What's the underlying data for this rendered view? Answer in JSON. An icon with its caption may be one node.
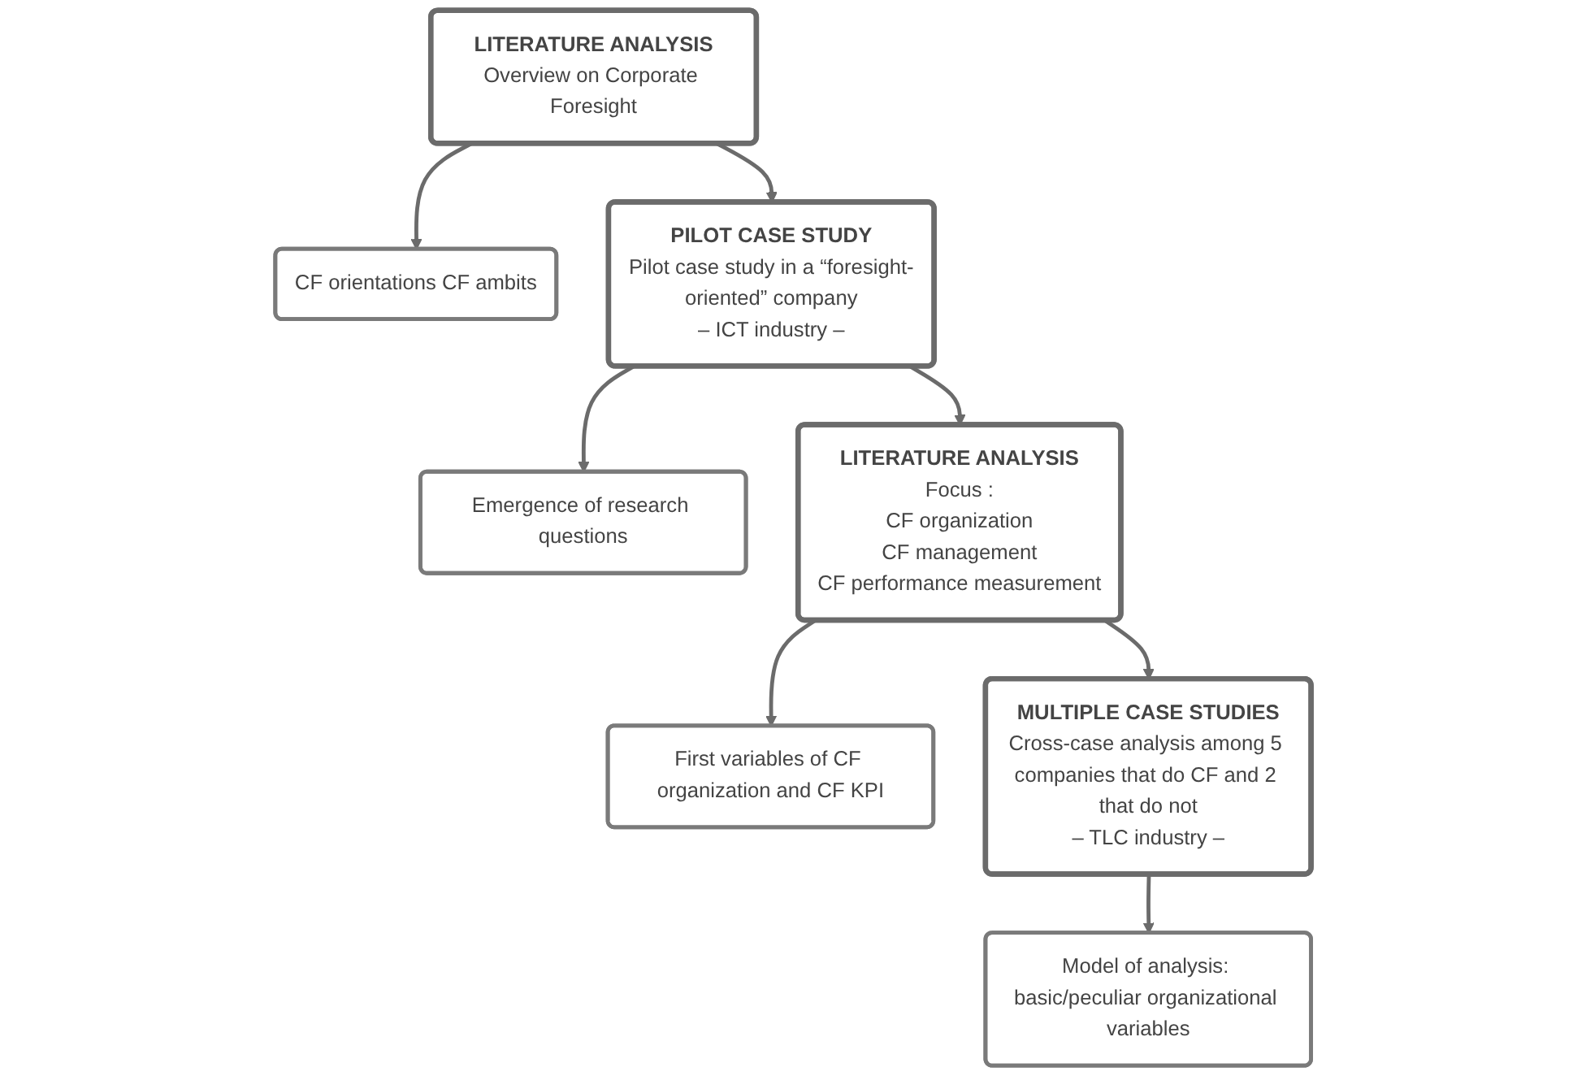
{
  "diagram": {
    "nodes": [
      {
        "text": [
          "LITERATURE ANALYSIS",
          "Overview on Corporate Foresight"
        ]
      },
      {
        "text": [
          "CF orientations CF ambits"
        ]
      },
      {
        "text": [
          "PILOT CASE STUDY",
          "Pilot case study in a “foresight-oriented” company",
          "– ICT industry –"
        ]
      },
      {
        "text": [
          "Emergence of research questions"
        ]
      },
      {
        "text": [
          "LITERATURE ANALYSIS",
          "Focus :",
          "CF organization",
          "CF management",
          "CF performance measurement"
        ]
      },
      {
        "text": [
          "First variables of CF organization and CF KPI"
        ]
      },
      {
        "text": [
          "MULTIPLE CASE STUDIES",
          "Cross-case analysis among 5 companies that do CF and 2 that do not",
          "– TLC industry –"
        ]
      },
      {
        "text": [
          "Model of analysis: basic/peculiar organizational variables"
        ]
      }
    ],
    "edges": [
      {
        "from": 0,
        "to": 2,
        "arrow": "to"
      },
      {
        "from": 2,
        "to": 4,
        "arrow": "to"
      },
      {
        "from": 4,
        "to": 6,
        "arrow": "to"
      },
      {
        "from": 0,
        "to": 1,
        "arrow": "to"
      },
      {
        "from": 2,
        "to": 3,
        "arrow": "to"
      },
      {
        "from": 4,
        "to": 5,
        "arrow": "to"
      },
      {
        "from": 6,
        "to": 7,
        "arrow": "to"
      }
    ]
  }
}
